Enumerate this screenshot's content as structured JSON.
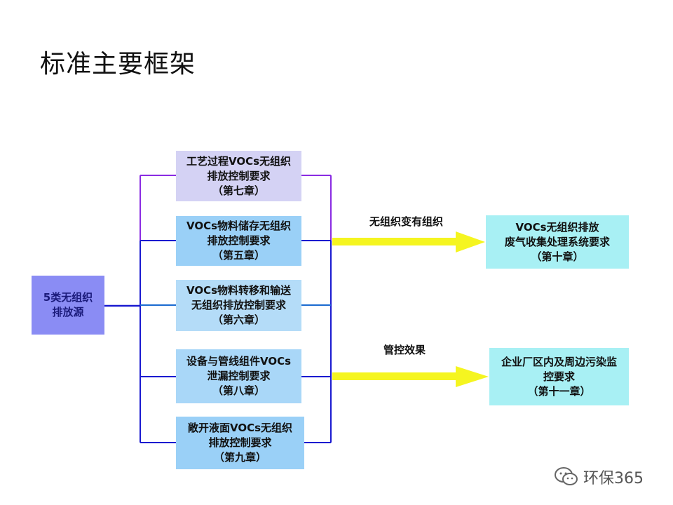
{
  "title": "标准主要框架",
  "source": {
    "lines": [
      "5类无组织",
      "排放源"
    ]
  },
  "categories": [
    {
      "lines": [
        "工艺过程VOCs无组织",
        "排放控制要求",
        "（第七章）"
      ]
    },
    {
      "lines": [
        "VOCs物料储存无组织",
        "排放控制要求",
        "（第五章）"
      ]
    },
    {
      "lines": [
        "VOCs物料转移和输送",
        "无组织排放控制要求",
        "（第六章）"
      ]
    },
    {
      "lines": [
        "设备与管线组件VOCs",
        "泄漏控制要求",
        "（第八章）"
      ]
    },
    {
      "lines": [
        "敞开液面VOCs无组织",
        "排放控制要求",
        "（第九章）"
      ]
    }
  ],
  "arrows": [
    {
      "label": "无组织变有组织"
    },
    {
      "label": "管控效果"
    }
  ],
  "outcomes": [
    {
      "lines": [
        "VOCs无组织排放",
        "废气收集处理系统要求",
        "（第十章）"
      ]
    },
    {
      "lines": [
        "企业厂区内及周边污染监",
        "控要求",
        "（第十一章）"
      ]
    }
  ],
  "watermark": {
    "text": "环保365",
    "icon": "wechat-icon"
  },
  "colors": {
    "line_blue": "#1a1ad0",
    "line_purple": "#8a2be2",
    "arrow_yellow": "#f5f520"
  }
}
